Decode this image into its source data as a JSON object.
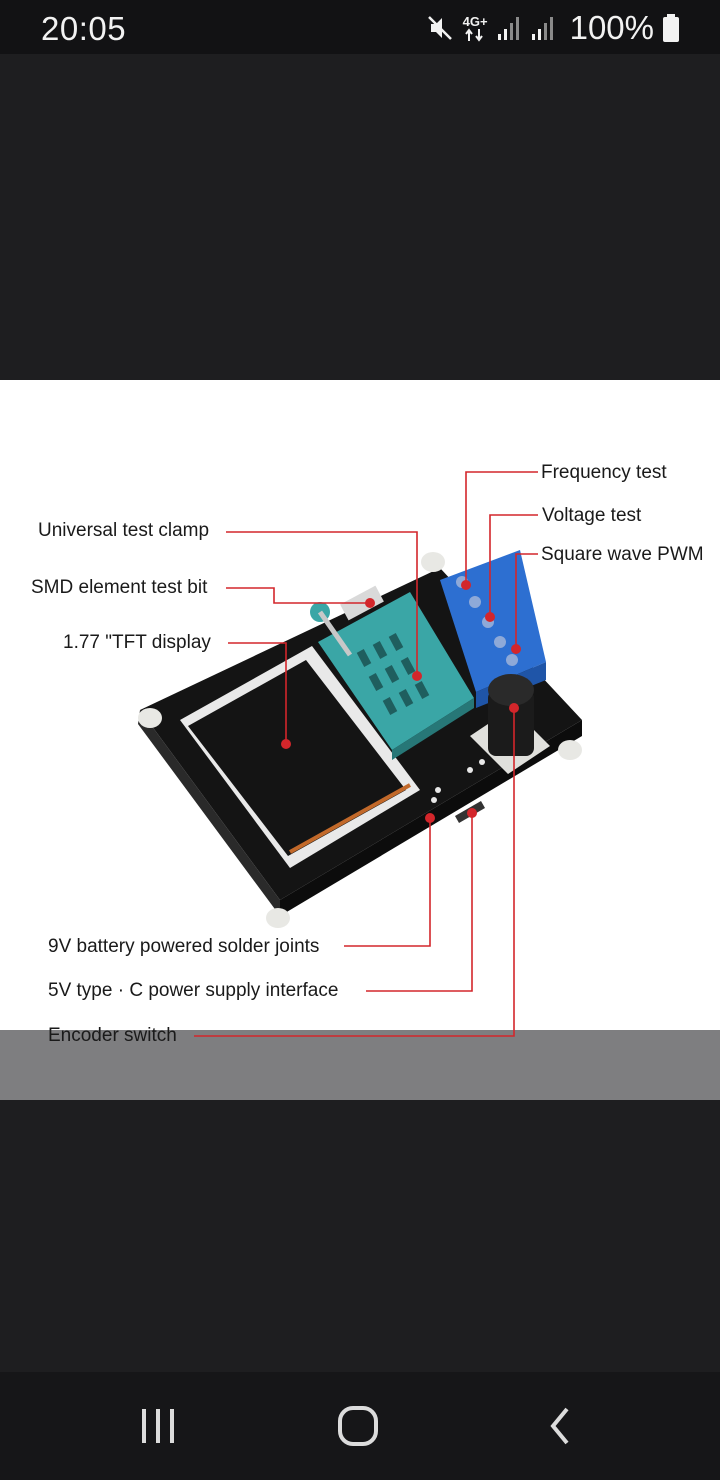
{
  "status_bar": {
    "time": "20:05",
    "network_type": "4G+",
    "battery_percent": "100%",
    "icons": [
      "mute-icon",
      "data-arrows-icon",
      "signal-icon",
      "signal-icon",
      "battery-icon"
    ]
  },
  "product_image": {
    "callouts": {
      "frequency_test": "Frequency test",
      "voltage_test": "Voltage test",
      "square_wave_pwm": "Square wave PWM",
      "universal_test_clamp": "Universal test clamp",
      "smd_element_test_bit": "SMD element test bit",
      "tft_display": "1.77 \"TFT display",
      "battery_solder_joints": "9V battery powered solder joints",
      "type_c_interface": "5V type · C power supply interface",
      "encoder_switch": "Encoder switch"
    },
    "colors": {
      "callout_line": "#d3262b",
      "pcb": "#141414",
      "zif_socket": "#3aa6a6",
      "terminal_block": "#2d6fd1",
      "knob": "#1b1b1b"
    }
  },
  "navigation_bar": {
    "buttons": [
      "recent-apps-icon",
      "home-icon",
      "back-icon"
    ]
  }
}
